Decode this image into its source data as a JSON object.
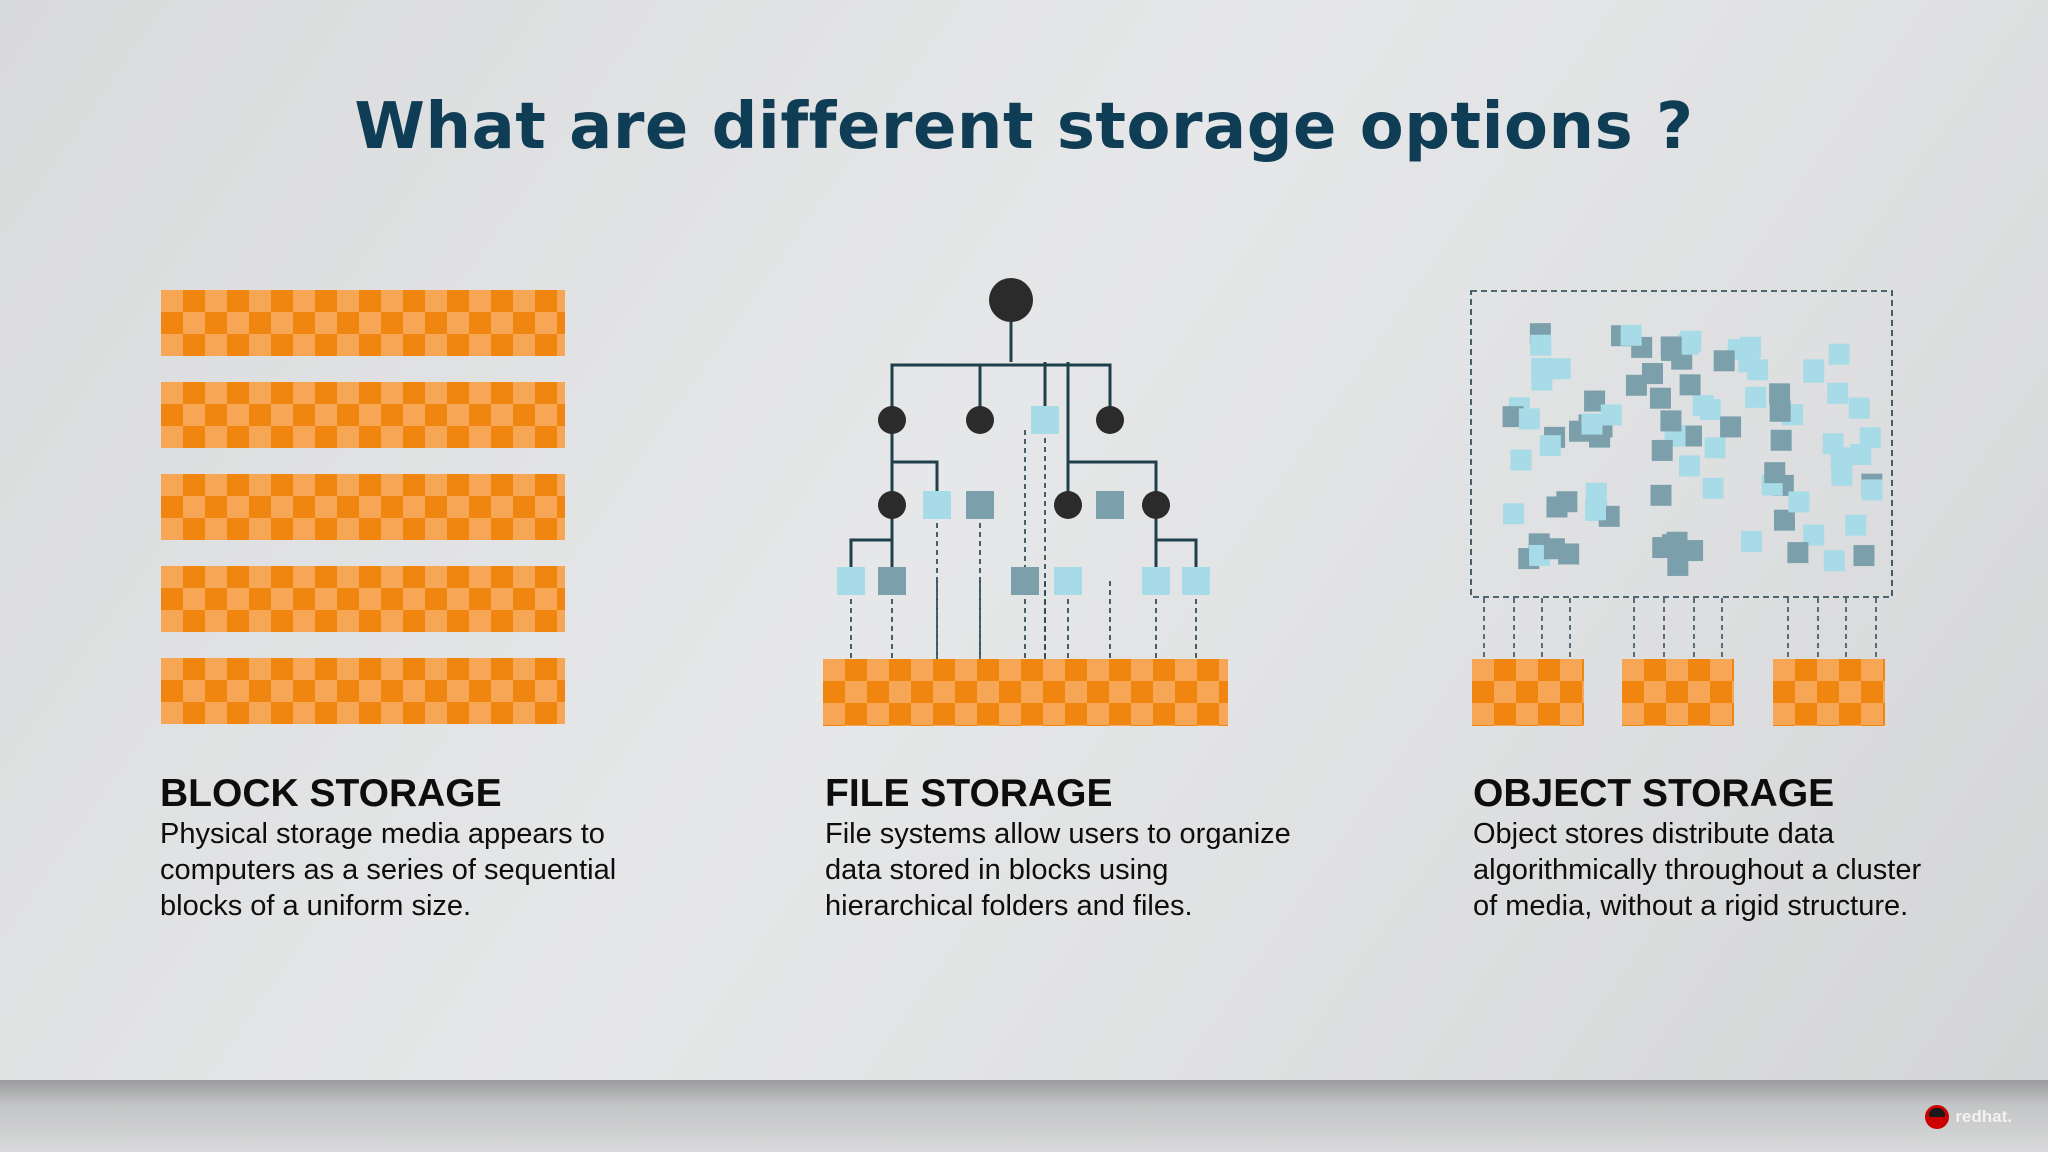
{
  "slide": {
    "title": "What are different storage options ?"
  },
  "columns": [
    {
      "heading": "BLOCK STORAGE",
      "description": "Physical storage media appears to computers as a series of sequential blocks of a uniform size."
    },
    {
      "heading": "FILE STORAGE",
      "description": "File systems allow users to organize data stored in blocks using hierarchical folders and files."
    },
    {
      "heading": "OBJECT STORAGE",
      "description": "Object stores distribute data algorithmically throughout a cluster of media, without a rigid structure."
    }
  ],
  "branding": {
    "logo_text": "redhat.",
    "icon": "redhat-logo-icon"
  },
  "colors": {
    "title": "#0e3d55",
    "block_dark": "#f08510",
    "block_light": "#f6a655",
    "node_dark": "#2b2b2b",
    "square_light": "#a8dbe8",
    "square_dark": "#7ba0ab",
    "line": "#1f3f4c"
  }
}
